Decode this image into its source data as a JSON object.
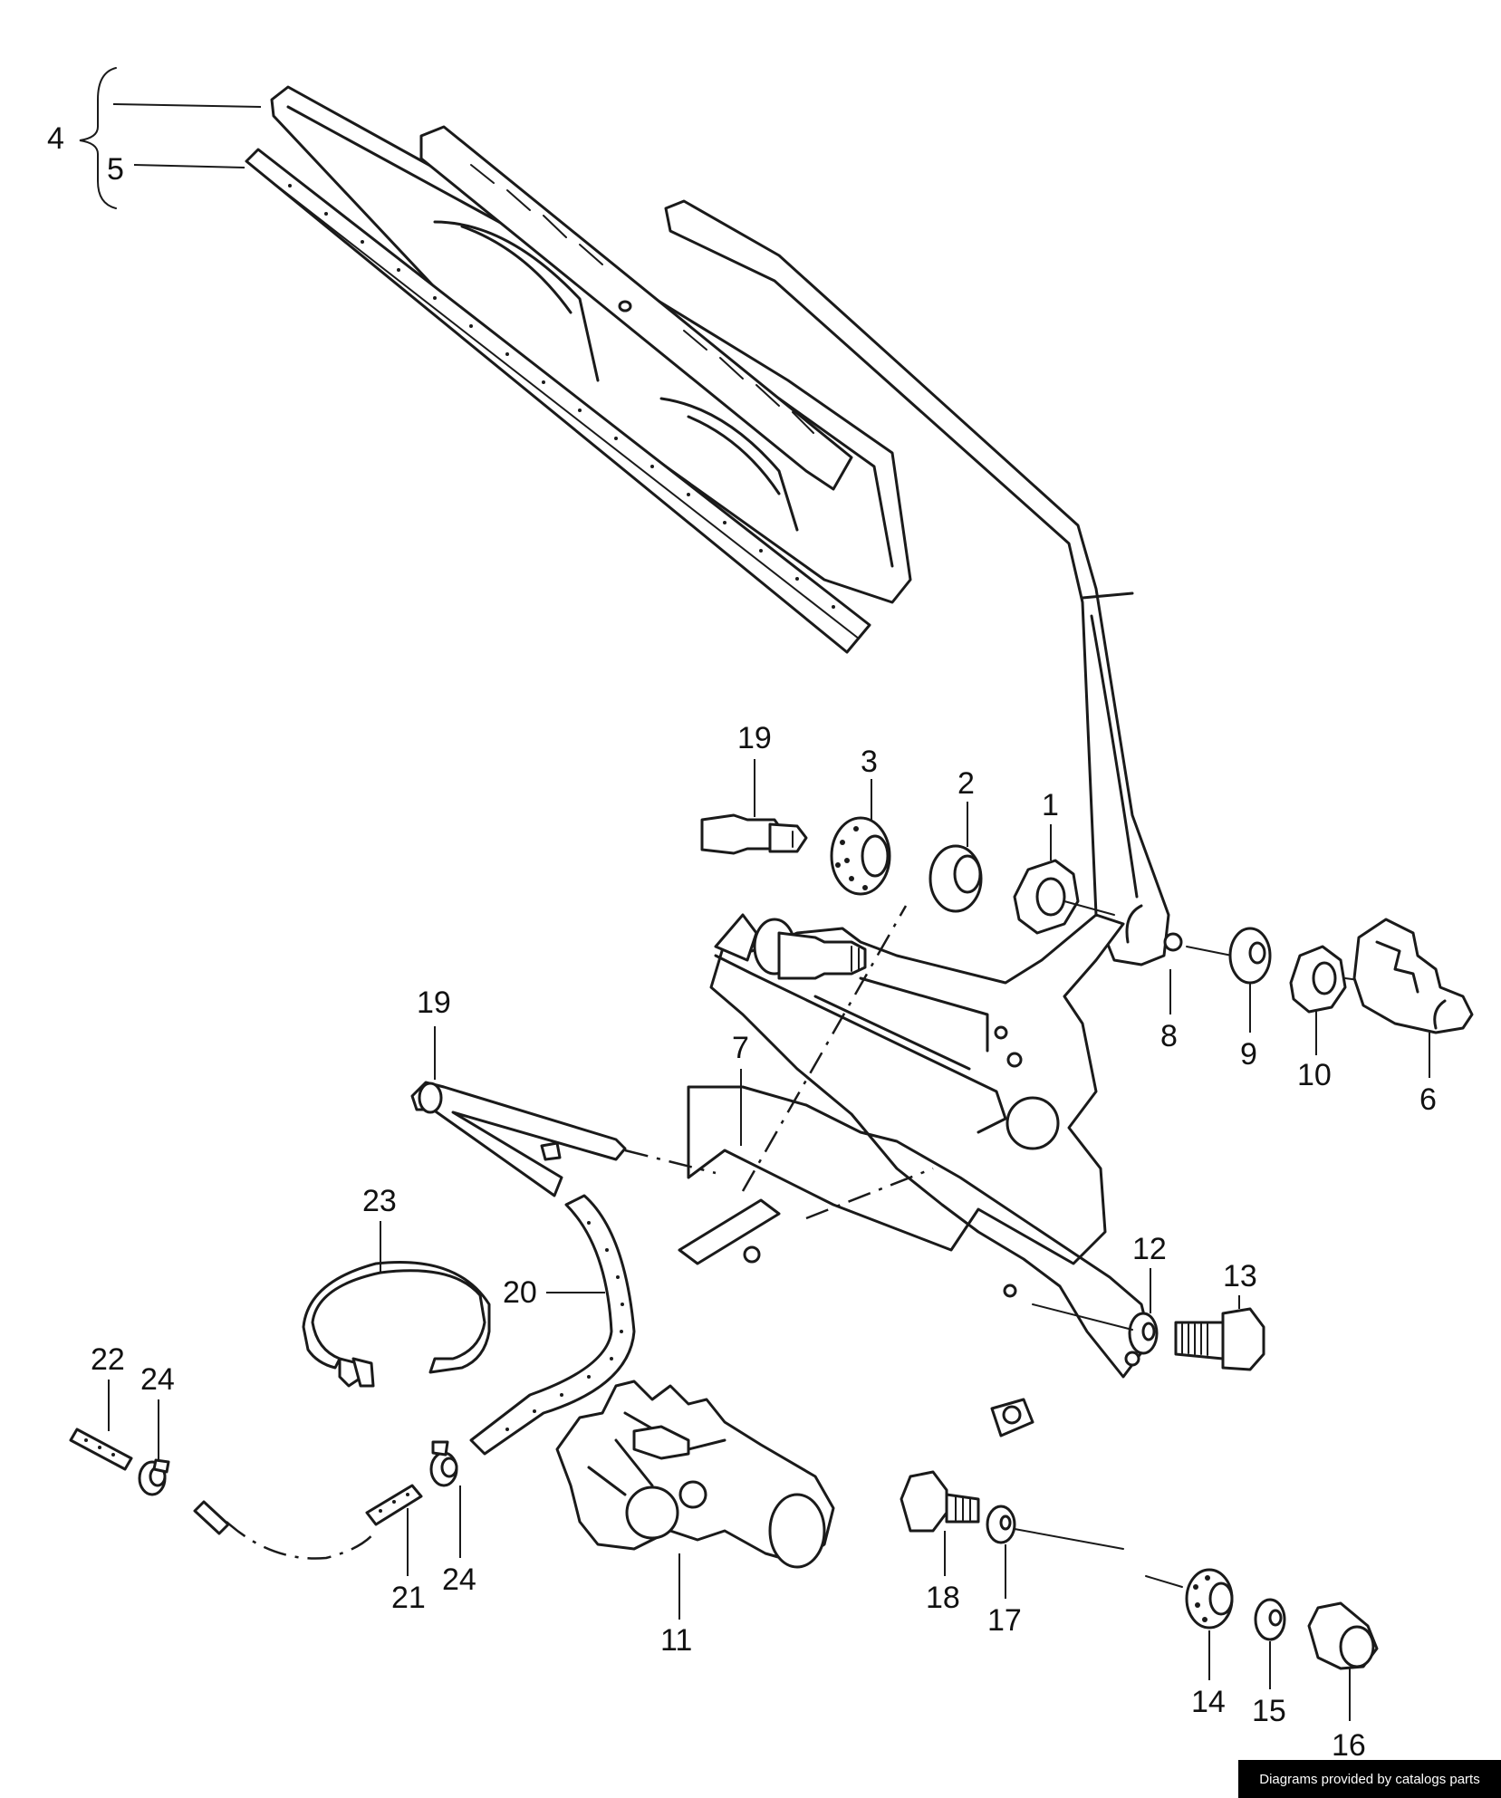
{
  "callouts": {
    "c1": "1",
    "c2": "2",
    "c3": "3",
    "c4": "4",
    "c5": "5",
    "c6": "6",
    "c7": "7",
    "c8": "8",
    "c9": "9",
    "c10": "10",
    "c11": "11",
    "c12": "12",
    "c13": "13",
    "c14": "14",
    "c15": "15",
    "c16": "16",
    "c17": "17",
    "c18": "18",
    "c19a": "19",
    "c19b": "19",
    "c20": "20",
    "c21": "21",
    "c22": "22",
    "c23": "23",
    "c24a": "24",
    "c24b": "24"
  },
  "credit": "Diagrams provided by catalogs parts",
  "colors": {
    "ink": "#1a1a1a",
    "background": "#ffffff",
    "credit_bg": "#000000",
    "credit_text": "#ffffff"
  }
}
